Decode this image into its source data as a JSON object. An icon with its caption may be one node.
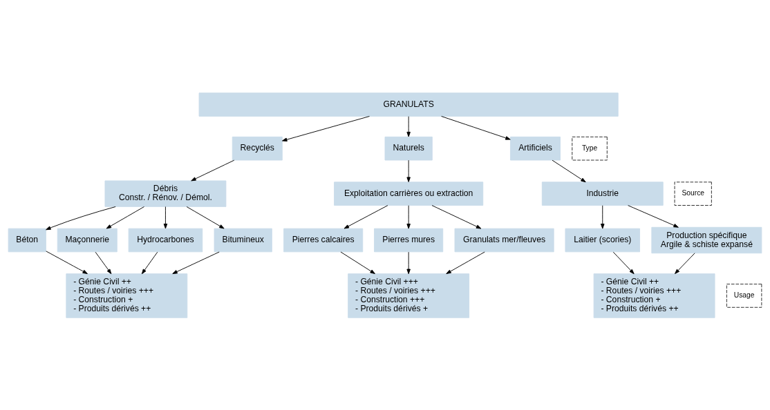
{
  "diagram": {
    "nodes": [
      {
        "text": [
          "GRANULATS"
        ]
      },
      {
        "text": [
          "Recyclés"
        ]
      },
      {
        "text": [
          "Naturels"
        ]
      },
      {
        "text": [
          "Artificiels"
        ]
      },
      {
        "text": [
          "Débris",
          "Constr. / Rénov. / Démol."
        ]
      },
      {
        "text": [
          "Exploitation carrières ou extraction"
        ]
      },
      {
        "text": [
          "Industrie"
        ]
      },
      {
        "text": [
          "Béton"
        ]
      },
      {
        "text": [
          "Maçonnerie"
        ]
      },
      {
        "text": [
          "Hydrocarbones"
        ]
      },
      {
        "text": [
          "Bitumineux"
        ]
      },
      {
        "text": [
          "Pierres calcaires"
        ]
      },
      {
        "text": [
          "Pierres mures"
        ]
      },
      {
        "text": [
          "Granulats mer/fleuves"
        ]
      },
      {
        "text": [
          "Laitier (scories)"
        ]
      },
      {
        "text": [
          "Production spécifique",
          "Argile & schiste expansé"
        ]
      },
      {
        "text": [
          "- Génie Civil ++",
          "- Routes / voiries +++",
          "- Construction +",
          "- Produits dérivés ++"
        ]
      },
      {
        "text": [
          "- Génie Civil +++",
          "- Routes / voiries +++",
          "- Construction +++",
          "- Produits dérivés +"
        ]
      },
      {
        "text": [
          "- Génie Civil ++",
          "- Routes / voiries +++",
          "- Construction +",
          "- Produits dérivés ++"
        ]
      },
      {
        "text": [
          "Type"
        ]
      },
      {
        "text": [
          "Source"
        ]
      },
      {
        "text": [
          "Usage"
        ]
      }
    ],
    "edges": [
      {
        "from": 0,
        "to": 1,
        "arrow": "to"
      },
      {
        "from": 0,
        "to": 2,
        "arrow": "to"
      },
      {
        "from": 0,
        "to": 3,
        "arrow": "to"
      },
      {
        "from": 1,
        "to": 4,
        "arrow": "to"
      },
      {
        "from": 2,
        "to": 5,
        "arrow": "to"
      },
      {
        "from": 3,
        "to": 6,
        "arrow": "to"
      },
      {
        "from": 4,
        "to": 7,
        "arrow": "to"
      },
      {
        "from": 4,
        "to": 8,
        "arrow": "to"
      },
      {
        "from": 4,
        "to": 9,
        "arrow": "to"
      },
      {
        "from": 4,
        "to": 10,
        "arrow": "to"
      },
      {
        "from": 5,
        "to": 11,
        "arrow": "to"
      },
      {
        "from": 5,
        "to": 12,
        "arrow": "to"
      },
      {
        "from": 5,
        "to": 13,
        "arrow": "to"
      },
      {
        "from": 6,
        "to": 14,
        "arrow": "to"
      },
      {
        "from": 6,
        "to": 15,
        "arrow": "to"
      },
      {
        "from": 7,
        "to": 16,
        "arrow": "to"
      },
      {
        "from": 8,
        "to": 16,
        "arrow": "to"
      },
      {
        "from": 9,
        "to": 16,
        "arrow": "to"
      },
      {
        "from": 10,
        "to": 16,
        "arrow": "to"
      },
      {
        "from": 11,
        "to": 17,
        "arrow": "to"
      },
      {
        "from": 12,
        "to": 17,
        "arrow": "to"
      },
      {
        "from": 13,
        "to": 17,
        "arrow": "to"
      },
      {
        "from": 14,
        "to": 18,
        "arrow": "to"
      },
      {
        "from": 15,
        "to": 18,
        "arrow": "to"
      }
    ]
  }
}
